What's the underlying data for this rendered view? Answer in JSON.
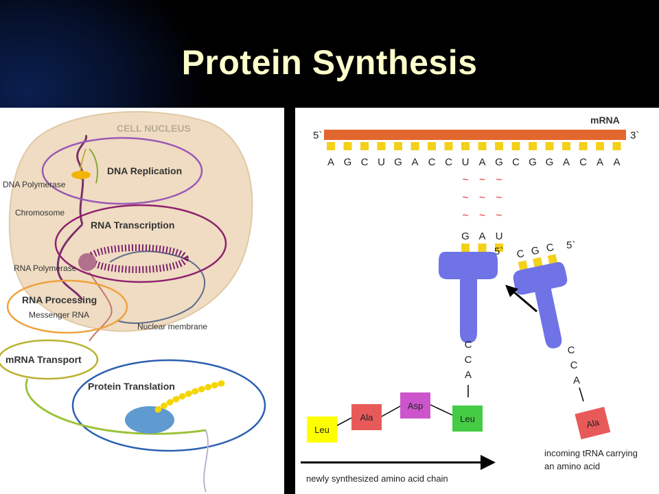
{
  "slide": {
    "title": "Protein Synthesis"
  },
  "cell_diagram": {
    "nucleus_label": "CELL NUCLEUS",
    "dna_polymerase": "DNA Polymerase",
    "chromosome": "Chromosome",
    "rna_polymerase": "RNA Polymerase",
    "messenger_rna": "Messenger RNA",
    "nuclear_membrane": "Nuclear membrane",
    "stages": {
      "dna_replication": "DNA Replication",
      "rna_transcription": "RNA Transcription",
      "rna_processing": "RNA Processing",
      "mrna_transport": "mRNA Transport",
      "protein_translation": "Protein Translation"
    },
    "colors": {
      "nucleus": "#efdcc2",
      "replication": "#9b59b6",
      "transcription": "#8e1f6e",
      "processing": "#f0a13c",
      "transport": "#b8b230",
      "translation": "#2b5fb0"
    }
  },
  "translation_diagram": {
    "mrna_label": "mRNA",
    "five_prime": "5`",
    "three_prime": "3`",
    "mrna_sequence": [
      "A",
      "G",
      "C",
      "U",
      "G",
      "A",
      "C",
      "C",
      "U",
      "A",
      "G",
      "C",
      "G",
      "G",
      "A",
      "C",
      "A",
      "A"
    ],
    "pairing_symbol": "~",
    "bound_trna": {
      "anticodon": [
        "G",
        "A",
        "U"
      ],
      "five_prime": "5`",
      "acceptor": [
        "C",
        "C",
        "A"
      ]
    },
    "incoming_trna": {
      "anticodon": [
        "C",
        "G",
        "C"
      ],
      "five_prime": "5`",
      "acceptor": [
        "C",
        "C",
        "A"
      ],
      "amino_acid": "Ala"
    },
    "chain": [
      {
        "name": "Leu",
        "color": "#ffff00"
      },
      {
        "name": "Ala",
        "color": "#e85a5a"
      },
      {
        "name": "Asp",
        "color": "#cc55cc"
      },
      {
        "name": "Leu",
        "color": "#44cc44"
      }
    ],
    "incoming_caption": [
      "incoming tRNA carrying",
      "an amino acid"
    ],
    "chain_caption": "newly synthesized amino acid chain",
    "colors": {
      "mrna_bar": "#e2672e",
      "base_block": "#f3d11a",
      "trna": "#6f73e6",
      "pairing": "#e0303a"
    }
  }
}
